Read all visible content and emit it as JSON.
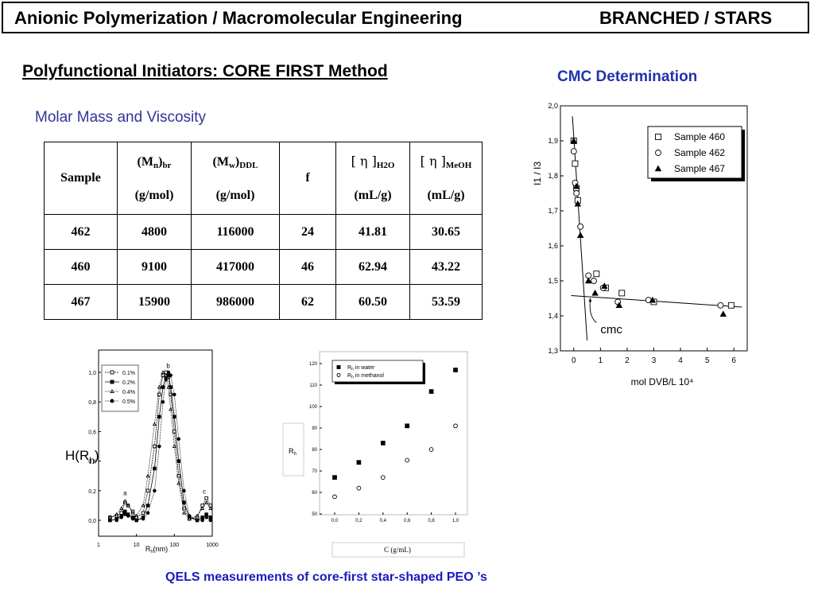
{
  "header": {
    "left": "Anionic Polymerization / Macromolecular Engineering",
    "right": "BRANCHED / STARS"
  },
  "subtitle": "Polyfunctional Initiators:  CORE FIRST Method",
  "section_title": "Molar Mass and Viscosity",
  "table": {
    "headers": {
      "sample": "Sample",
      "mn": {
        "main": "(M",
        "sub1": "n",
        "mid": ")",
        "sub2": "br",
        "unit": "(g/mol)"
      },
      "mw": {
        "main": "(M",
        "sub1": "w",
        "mid": ")",
        "sub2": "DDL",
        "unit": "(g/mol)"
      },
      "f": "f",
      "eta_h2o": {
        "main": "[ η ]",
        "sub": "H2O",
        "unit": "(mL/g)"
      },
      "eta_meoh": {
        "main": "[ η ]",
        "sub": "MeOH",
        "unit": "(mL/g)"
      }
    },
    "rows": [
      [
        "462",
        "4800",
        "116000",
        "24",
        "41.81",
        "30.65"
      ],
      [
        "460",
        "9100",
        "417000",
        "46",
        "62.94",
        "43.22"
      ],
      [
        "467",
        "15900",
        "986000",
        "62",
        "60.50",
        "53.59"
      ]
    ]
  },
  "cmc_title": "CMC Determination",
  "footer": "QELS measurements  of core-first star-shaped  PEO ’s",
  "chart_data": [
    {
      "type": "scatter",
      "title": "CMC Determination",
      "xlabel": "mol DVB/L 10⁴",
      "ylabel": "I1 / I3",
      "xlim": [
        -0.5,
        6.5
      ],
      "ylim": [
        1.3,
        2.0
      ],
      "x_ticks": [
        0,
        1,
        2,
        3,
        4,
        5,
        6
      ],
      "y_ticks": [
        "1,3",
        "1,4",
        "1,5",
        "1,6",
        "1,7",
        "1,8",
        "1,9",
        "2,0"
      ],
      "annotation": "cmc",
      "legend": "top-right",
      "series": [
        {
          "name": "Sample 460",
          "marker": "square",
          "x": [
            0.0,
            0.05,
            0.1,
            0.15,
            0.85,
            1.2,
            1.8,
            3.0,
            5.9
          ],
          "y": [
            1.9,
            1.835,
            1.765,
            1.73,
            1.52,
            1.48,
            1.465,
            1.44,
            1.43
          ]
        },
        {
          "name": "Sample 462",
          "marker": "circle",
          "x": [
            0.0,
            0.05,
            0.1,
            0.25,
            0.55,
            0.75,
            1.1,
            1.65,
            2.8,
            5.5
          ],
          "y": [
            1.87,
            1.78,
            1.75,
            1.655,
            1.515,
            1.5,
            1.48,
            1.44,
            1.445,
            1.43
          ]
        },
        {
          "name": "Sample 467",
          "marker": "triangle",
          "x": [
            0.0,
            0.1,
            0.15,
            0.25,
            0.55,
            0.8,
            1.15,
            1.7,
            2.95,
            5.6
          ],
          "y": [
            1.9,
            1.77,
            1.72,
            1.63,
            1.5,
            1.465,
            1.485,
            1.43,
            1.445,
            1.405
          ]
        }
      ]
    },
    {
      "type": "line",
      "xlabel": "R",
      "xlabel_sub": "h",
      "xlabel_unit": "(nm)",
      "ylabel": "H(R",
      "ylabel_sub": "h",
      "ylabel_end": ")",
      "x_scale": "log",
      "xlim": [
        1,
        1000
      ],
      "ylim": [
        0.0,
        1.0
      ],
      "x_ticks": [
        "1",
        "10",
        "100",
        "1000"
      ],
      "y_ticks": [
        "0,0",
        "0,2",
        "0,4",
        "0,6",
        "0,8",
        "1,0"
      ],
      "peak_labels": [
        "a",
        "b",
        "c"
      ],
      "legend": "top-left",
      "series": [
        {
          "name": "0.1%",
          "marker": "square-open",
          "x": [
            2,
            3,
            4,
            5,
            6,
            8,
            10,
            15,
            20,
            30,
            40,
            50,
            60,
            70,
            80,
            100,
            130,
            180,
            250,
            400,
            550,
            700,
            900
          ],
          "y": [
            0.02,
            0.03,
            0.05,
            0.12,
            0.1,
            0.06,
            0.02,
            0.05,
            0.2,
            0.5,
            0.85,
            0.98,
            1.0,
            0.97,
            0.85,
            0.6,
            0.3,
            0.08,
            0.01,
            0.02,
            0.1,
            0.15,
            0.1
          ]
        },
        {
          "name": "0.2%",
          "marker": "square-filled",
          "x": [
            2,
            3,
            4,
            5,
            6,
            8,
            10,
            15,
            20,
            30,
            40,
            50,
            60,
            70,
            80,
            100,
            130,
            180,
            250,
            400,
            550,
            700,
            900
          ],
          "y": [
            0.0,
            0.01,
            0.03,
            0.06,
            0.04,
            0.02,
            0.0,
            0.02,
            0.1,
            0.35,
            0.7,
            0.9,
            0.97,
            0.98,
            0.9,
            0.7,
            0.4,
            0.12,
            0.02,
            0.0,
            0.02,
            0.04,
            0.02
          ]
        },
        {
          "name": "0.4%",
          "marker": "triangle-open",
          "x": [
            2,
            3,
            4,
            5,
            6,
            8,
            10,
            15,
            20,
            30,
            40,
            50,
            60,
            70,
            80,
            100,
            130,
            180,
            250,
            400,
            550,
            700,
            900
          ],
          "y": [
            0.02,
            0.04,
            0.08,
            0.13,
            0.1,
            0.05,
            0.03,
            0.1,
            0.3,
            0.65,
            0.9,
            1.0,
            0.98,
            0.9,
            0.75,
            0.5,
            0.25,
            0.05,
            0.01,
            0.03,
            0.08,
            0.12,
            0.08
          ]
        },
        {
          "name": "0.5%",
          "marker": "circle-filled",
          "x": [
            2,
            3,
            4,
            5,
            6,
            8,
            10,
            15,
            20,
            30,
            40,
            50,
            60,
            70,
            80,
            100,
            130,
            180,
            250,
            400,
            550,
            700,
            900
          ],
          "y": [
            0.0,
            0.0,
            0.02,
            0.04,
            0.03,
            0.01,
            0.0,
            0.01,
            0.05,
            0.2,
            0.5,
            0.8,
            0.95,
            1.0,
            0.98,
            0.85,
            0.55,
            0.2,
            0.03,
            0.0,
            0.0,
            0.02,
            0.0
          ]
        }
      ]
    },
    {
      "type": "scatter",
      "xlabel": "C (g/mL)",
      "ylabel": "R",
      "ylabel_sub": "h",
      "xlim": [
        0.0,
        1.0
      ],
      "ylim": [
        50,
        120
      ],
      "x_ticks": [
        "0,0",
        "0,2",
        "0,4",
        "0,6",
        "0,8",
        "1,0"
      ],
      "y_ticks": [
        "50",
        "60",
        "70",
        "80",
        "90",
        "100",
        "110",
        "120"
      ],
      "legend": "top-left",
      "series": [
        {
          "name": "R",
          "name_sub": "h",
          "name_rest": " in water",
          "marker": "square-filled",
          "x": [
            0.0,
            0.2,
            0.4,
            0.6,
            0.8,
            1.0
          ],
          "y": [
            67,
            74,
            83,
            91,
            107,
            117
          ]
        },
        {
          "name": "R",
          "name_sub": "h",
          "name_rest": " in methanol",
          "marker": "circle-open",
          "x": [
            0.0,
            0.2,
            0.4,
            0.6,
            0.8,
            1.0
          ],
          "y": [
            58,
            62,
            67,
            75,
            80,
            91
          ]
        }
      ]
    }
  ]
}
